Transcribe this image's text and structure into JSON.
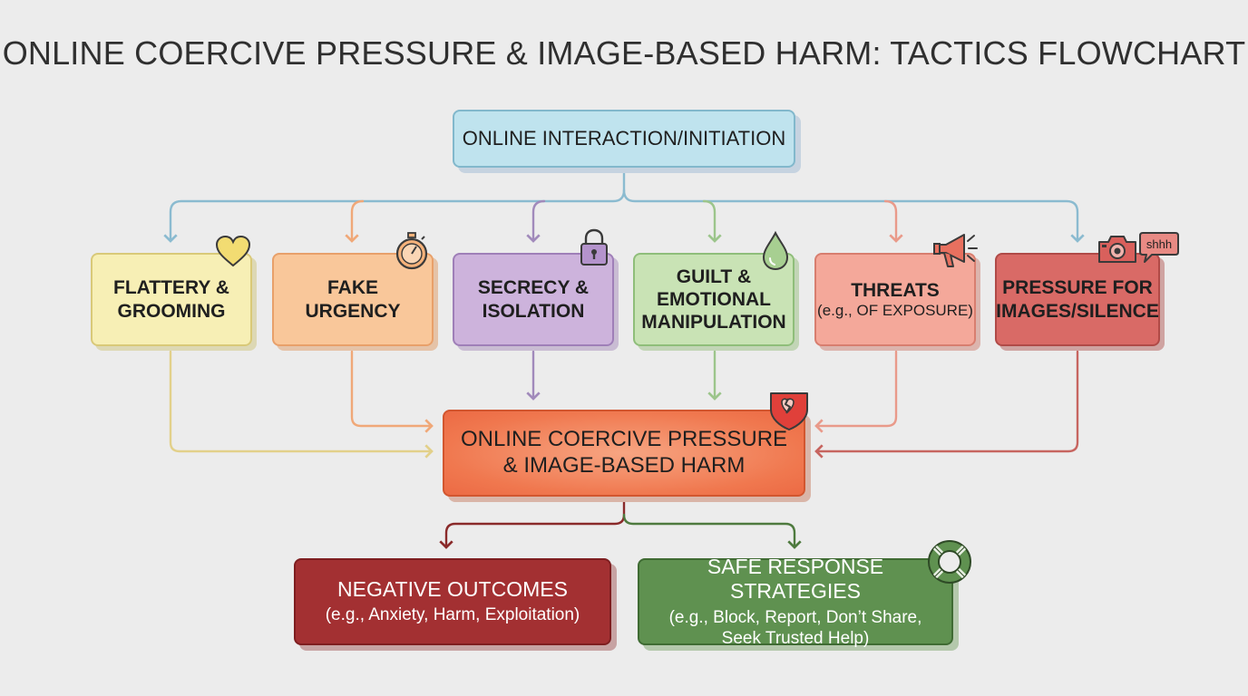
{
  "title": "ONLINE COERCIVE PRESSURE & IMAGE-BASED HARM: TACTICS FLOWCHART",
  "start": {
    "label": "ONLINE INTERACTION/INITIATION"
  },
  "tactics": [
    {
      "line1": "FLATTERY &",
      "line2": "GROOMING",
      "sub": "",
      "icon": "heart-icon"
    },
    {
      "line1": "FAKE",
      "line2": "URGENCY",
      "sub": "",
      "icon": "stopwatch-icon"
    },
    {
      "line1": "SECRECY &",
      "line2": "ISOLATION",
      "sub": "",
      "icon": "lock-icon"
    },
    {
      "line1": "GUILT &",
      "line2": "EMOTIONAL",
      "line3": "MANIPULATION",
      "icon": "teardrop-icon"
    },
    {
      "line1": "THREATS",
      "sub": "(e.g., OF EXPOSURE)",
      "icon": "megaphone-icon"
    },
    {
      "line1": "PRESSURE FOR",
      "line2": "IMAGES/SILENCE",
      "icon": "camera-icon",
      "bubble": "shhh"
    }
  ],
  "center": {
    "line1": "ONLINE COERCIVE PRESSURE",
    "line2": "& IMAGE-BASED HARM",
    "icon": "broken-heart-icon"
  },
  "negative": {
    "title": "NEGATIVE OUTCOMES",
    "sub": "(e.g., Anxiety, Harm, Exploitation)"
  },
  "safe": {
    "title": "SAFE RESPONSE STRATEGIES",
    "sub1": "(e.g., Block, Report, Don’t Share,",
    "sub2": "Seek Trusted Help)",
    "icon": "lifebuoy-icon"
  },
  "colors": {
    "background": "#ececec",
    "start": "#bfe3ee",
    "flattery": "#f7efb5",
    "urgency": "#f9c79a",
    "secrecy": "#cdb3dc",
    "guilt": "#c9e3b5",
    "threats": "#f4a89a",
    "pressure": "#d96a66",
    "center": "#f2825a",
    "negative": "#a33032",
    "safe": "#5f9150"
  }
}
